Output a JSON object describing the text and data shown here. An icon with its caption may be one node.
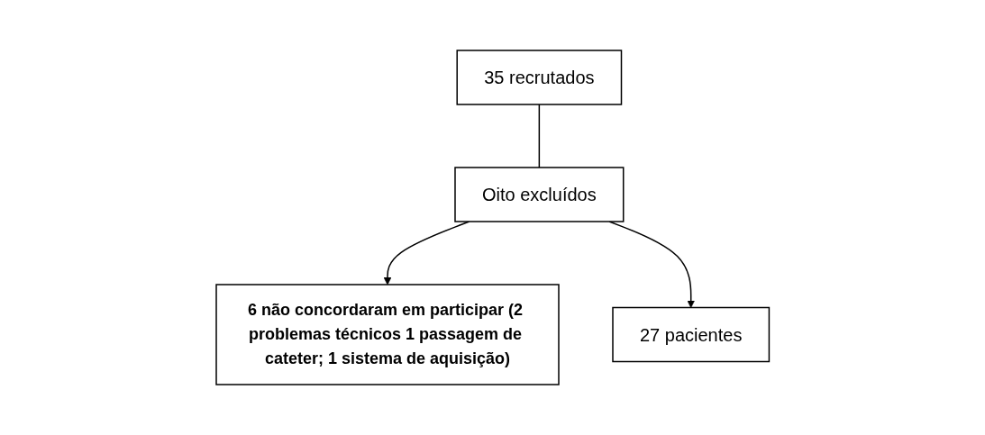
{
  "diagram": {
    "nodes": [
      {
        "text": [
          "35 recrutados"
        ]
      },
      {
        "text": [
          "Oito excluídos"
        ]
      },
      {
        "text": [
          "6 não concordaram em participar (2 problemas técnicos 1 passagem de cateter; 1 sistema de aquisição)"
        ]
      },
      {
        "text": [
          "27 pacientes"
        ]
      }
    ],
    "edges": [
      {
        "from": 0,
        "to": 1,
        "arrow": "none"
      },
      {
        "from": 1,
        "to": 2,
        "arrow": "to"
      },
      {
        "from": 1,
        "to": 3,
        "arrow": "to"
      }
    ]
  }
}
